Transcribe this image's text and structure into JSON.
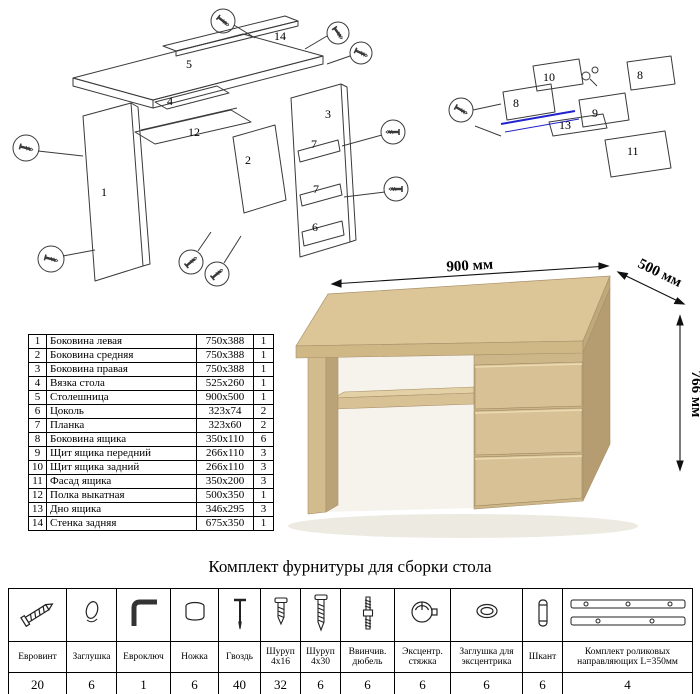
{
  "main_diagram": {
    "labels": [
      {
        "text": "14"
      },
      {
        "text": "5"
      },
      {
        "text": "4"
      },
      {
        "text": "12"
      },
      {
        "text": "2"
      },
      {
        "text": "1"
      },
      {
        "text": "3"
      },
      {
        "text": "7"
      },
      {
        "text": "7"
      },
      {
        "text": "6"
      }
    ]
  },
  "drawer_diagram": {
    "labels": [
      {
        "text": "10"
      },
      {
        "text": "8"
      },
      {
        "text": "8"
      },
      {
        "text": "9"
      },
      {
        "text": "13"
      },
      {
        "text": "11"
      }
    ],
    "guide_color": "#2222cc"
  },
  "parts_table": {
    "rows": [
      {
        "num": "1",
        "name": "Боковина левая",
        "size": "750x388",
        "qty": "1"
      },
      {
        "num": "2",
        "name": "Боковина средняя",
        "size": "750x388",
        "qty": "1"
      },
      {
        "num": "3",
        "name": "Боковина правая",
        "size": "750x388",
        "qty": "1"
      },
      {
        "num": "4",
        "name": "Вязка стола",
        "size": "525x260",
        "qty": "1"
      },
      {
        "num": "5",
        "name": "Столешница",
        "size": "900x500",
        "qty": "1"
      },
      {
        "num": "6",
        "name": "Цоколь",
        "size": "323x74",
        "qty": "2"
      },
      {
        "num": "7",
        "name": "Планка",
        "size": "323x60",
        "qty": "2"
      },
      {
        "num": "8",
        "name": "Боковина ящика",
        "size": "350x110",
        "qty": "6"
      },
      {
        "num": "9",
        "name": "Щит ящика передний",
        "size": "266x110",
        "qty": "3"
      },
      {
        "num": "10",
        "name": "Щит ящика задний",
        "size": "266x110",
        "qty": "3"
      },
      {
        "num": "11",
        "name": "Фасад ящика",
        "size": "350x200",
        "qty": "3"
      },
      {
        "num": "12",
        "name": "Полка выкатная",
        "size": "500x350",
        "qty": "1"
      },
      {
        "num": "13",
        "name": "Дно ящика",
        "size": "346x295",
        "qty": "3"
      },
      {
        "num": "14",
        "name": "Стенка задняя",
        "size": "675x350",
        "qty": "1"
      }
    ]
  },
  "desk": {
    "dim_width": "900 мм",
    "dim_depth": "500 мм",
    "dim_height": "766 мм"
  },
  "hardware": {
    "title": "Комплект фурнитуры для сборки стола",
    "items": [
      {
        "icon": "euro-screw-icon",
        "name": "Евровинт",
        "qty": "20"
      },
      {
        "icon": "cap-icon",
        "name": "Заглушка",
        "qty": "6"
      },
      {
        "icon": "hex-key-icon",
        "name": "Евроключ",
        "qty": "1"
      },
      {
        "icon": "foot-icon",
        "name": "Ножка",
        "qty": "6"
      },
      {
        "icon": "nail-icon",
        "name": "Гвоздь",
        "qty": "40"
      },
      {
        "icon": "screw-short-icon",
        "name": "Шуруп 4х16",
        "qty": "32"
      },
      {
        "icon": "screw-long-icon",
        "name": "Шуруп 4х30",
        "qty": "6"
      },
      {
        "icon": "dowel-screw-icon",
        "name": "Ввинчив. дюбель",
        "qty": "6"
      },
      {
        "icon": "cam-lock-icon",
        "name": "Эксцентр. стяжка",
        "qty": "6"
      },
      {
        "icon": "cam-cap-icon",
        "name": "Заглушка для эксцентрика",
        "qty": "6"
      },
      {
        "icon": "wood-dowel-icon",
        "name": "Шкант",
        "qty": "6"
      },
      {
        "icon": "drawer-slides-icon",
        "name": "Комплект роликовых направляющих L=350мм",
        "qty": "4"
      }
    ]
  }
}
